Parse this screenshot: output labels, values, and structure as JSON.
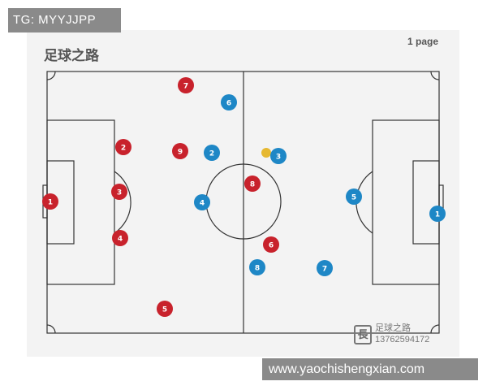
{
  "tg_label": "TG: MYYJJPP",
  "page_title": "足球之路",
  "page_number": "1 page",
  "url_label": "www.yaochishengxian.com",
  "watermark": {
    "line1": "足球之路",
    "line2": "13762594172"
  },
  "colors": {
    "red_team": "#c8222c",
    "blue_team": "#1e87c6",
    "ball": "#e6b830",
    "lines": "#333333"
  },
  "players": {
    "red": [
      "7",
      "2",
      "9",
      "3",
      "4",
      "1",
      "8",
      "6",
      "5"
    ],
    "blue": [
      "6",
      "2",
      "3",
      "4",
      "5",
      "1",
      "8",
      "7"
    ]
  }
}
